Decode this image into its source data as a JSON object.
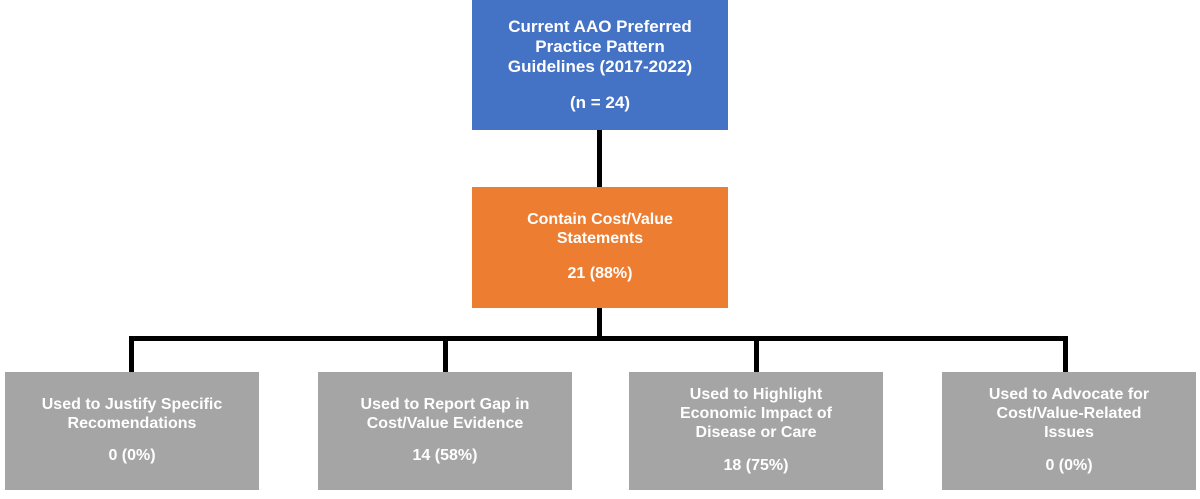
{
  "diagram": {
    "type": "flowchart",
    "orientation": "top-down",
    "colors": {
      "root": "#4472C4",
      "level2": "#ED7D31",
      "leaf": "#A5A5A5",
      "connector": "#000000",
      "text": "#FFFFFF",
      "background": "#FFFFFF"
    },
    "root": {
      "title": "Current AAO Preferred\nPractice Pattern\nGuidelines (2017-2022)",
      "count": "(n = 24)"
    },
    "level2": {
      "title": "Contain Cost/Value\nStatements",
      "count": "21 (88%)"
    },
    "leaves": [
      {
        "title": "Used to Justify Specific\nRecomendations",
        "count": "0 (0%)",
        "value": 0,
        "percent": 0
      },
      {
        "title": "Used to Report Gap in\nCost/Value Evidence",
        "count": "14 (58%)",
        "value": 14,
        "percent": 58
      },
      {
        "title": "Used to Highlight\nEconomic Impact of\nDisease or Care",
        "count": "18 (75%)",
        "value": 18,
        "percent": 75
      },
      {
        "title": "Used to Advocate for\nCost/Value-Related\nIssues",
        "count": "0 (0%)",
        "value": 0,
        "percent": 0
      }
    ]
  }
}
